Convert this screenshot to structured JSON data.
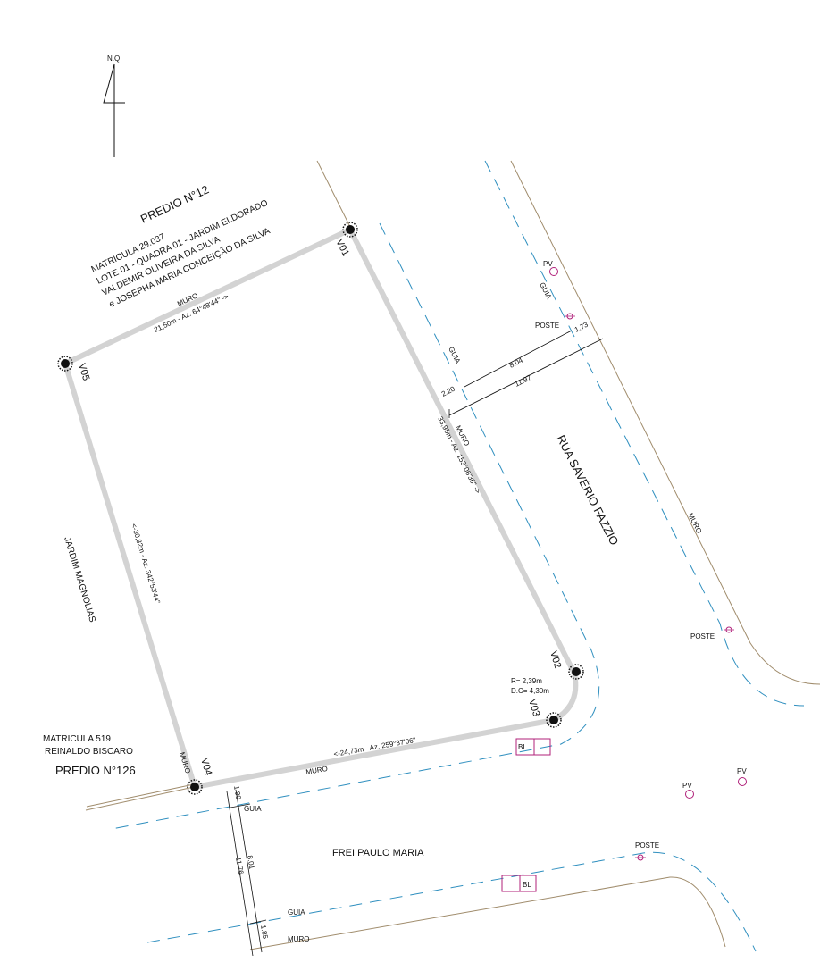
{
  "north": {
    "label": "N.Q"
  },
  "vertices": {
    "v01": "V01",
    "v02": "V02",
    "v03": "V03",
    "v04": "V04",
    "v05": "V05"
  },
  "sides": {
    "v01_v05_muro": "MURO",
    "v01_v05_dim": "21,50m - Az. 64°48'44\" ->",
    "v01_v02_muro": "MURO",
    "v01_v02_dim": "33,95m - Az. 153°06'36\" ->",
    "v03_v04_dim": "<-24,73m - Az. 259°37'06\"",
    "v03_v04_muro": "MURO",
    "v04_v05_dim": "<-30,32m - Az. 342°53'44\"",
    "v04_muro": "MURO"
  },
  "curve": {
    "radius": "R= 2,39m",
    "chord": "D.C= 4,30m"
  },
  "neighbors": {
    "predio12": {
      "title": "PREDIO N°12",
      "lines": [
        "MATRICULA 29.037",
        "LOTE 01 - QUADRA 01 - JARDIM ELDORADO",
        "VALDEMIR OLIVEIRA DA SILVA",
        "e JOSEPHA MARIA CONCEIÇÃO DA SILVA"
      ]
    },
    "predio126": {
      "lines": [
        "MATRICULA 519",
        "REINALDO BISCARO"
      ],
      "title": "PREDIO N°126"
    },
    "jardim": "JARDIM MAGNOLIAS"
  },
  "streets": {
    "rua": "RUA SAVÉRIO FAZZIO",
    "frei": "FREI PAULO MARIA"
  },
  "rua_dims": {
    "guia": "GUIA",
    "d220": "2.20",
    "d804": "8.04",
    "d1197": "11.97",
    "d173": "1.73"
  },
  "frei_dims": {
    "d190": "1.90",
    "guia_top": "GUIA",
    "d801": "8.01",
    "d1176": "11.76",
    "d185": "1.85",
    "guia_bot": "GUIA",
    "muro_bot": "MURO"
  },
  "features": {
    "pv_top": "PV",
    "guia_right": "GUIA",
    "poste_top": "POSTE",
    "muro_right": "MURO",
    "poste_right": "POSTE",
    "pv1": "PV",
    "pv2": "PV",
    "bl1": "BL",
    "bl2": "BL",
    "poste_bot": "POSTE"
  },
  "colors": {
    "lot_outline": "#d3d3d3",
    "curb_dash": "#2f8fbf",
    "property_line": "#a08c6c",
    "pole_marker": "#b0207a"
  }
}
